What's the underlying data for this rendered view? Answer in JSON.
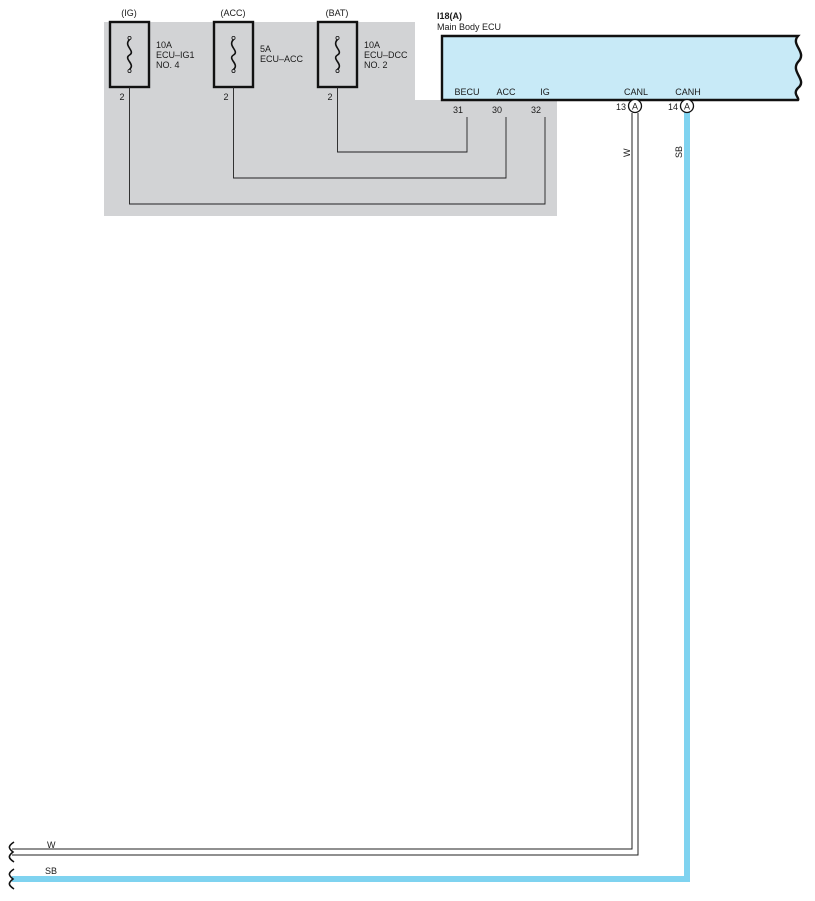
{
  "fuses": [
    {
      "source": "(IG)",
      "rating": "10A",
      "name": "ECU–IG1",
      "name2": "NO. 4",
      "pin": "2"
    },
    {
      "source": "(ACC)",
      "rating": "5A",
      "name": "ECU–ACC",
      "name2": "",
      "pin": "2"
    },
    {
      "source": "(BAT)",
      "rating": "10A",
      "name": "ECU–DCC",
      "name2": "NO. 2",
      "pin": "2"
    }
  ],
  "ecu": {
    "connector": "I18(A)",
    "name": "Main Body ECU",
    "terminals": [
      {
        "label": "BECU",
        "pin": "31"
      },
      {
        "label": "ACC",
        "pin": "30"
      },
      {
        "label": "IG",
        "pin": "32"
      },
      {
        "label": "CANL",
        "pin": "13",
        "connector": "A"
      },
      {
        "label": "CANH",
        "pin": "14",
        "connector": "A"
      }
    ]
  },
  "wires": {
    "canl_color": "W",
    "canh_color": "SB",
    "bottom_w": "W",
    "bottom_sb": "SB"
  },
  "colors": {
    "panel": "#d2d3d5",
    "ecu_fill": "#c8eaf7",
    "sb_wire": "#7fd3f0"
  }
}
